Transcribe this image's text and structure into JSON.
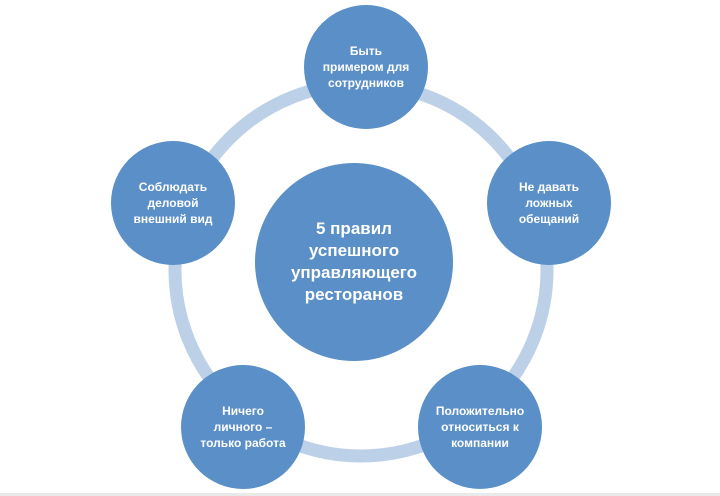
{
  "colors": {
    "node_fill": "#5b8fc7",
    "ring_color": "#bcd0e8",
    "text": "#ffffff"
  },
  "diagram": {
    "center": {
      "label": "5 правил\nуспешного\nуправляющего\nресторанов"
    },
    "nodes": [
      {
        "label": "Быть\nпримером для\nсотрудников"
      },
      {
        "label": "Не давать\nложных\nобещаний"
      },
      {
        "label": "Положительно\nотноситься к\nкомпании"
      },
      {
        "label": "Ничего\nличного –\nтолько работа"
      },
      {
        "label": "Соблюдать\nделовой\nвнешний вид"
      }
    ]
  }
}
